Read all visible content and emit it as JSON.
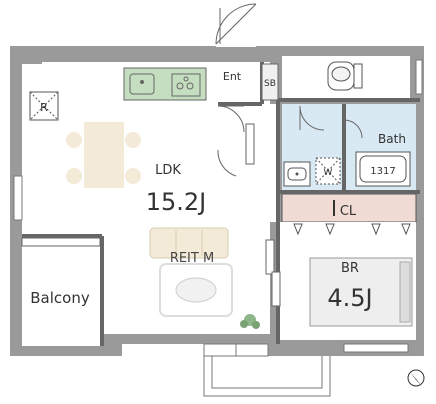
{
  "rooms": {
    "ldk": {
      "name": "LDK",
      "size": "15.2J"
    },
    "br": {
      "name": "BR",
      "size": "4.5J"
    },
    "balcony": {
      "name": "Balcony"
    },
    "entrance": {
      "name": "Ent"
    },
    "shoe_box": {
      "name": "SB"
    },
    "bath": {
      "name": "Bath",
      "tub_size": "1317"
    },
    "closet": {
      "name": "CL"
    },
    "washer": {
      "name": "W"
    },
    "pipe_space": {
      "name": "R"
    }
  },
  "watermark": "REIT M",
  "colors": {
    "wall": "#9a9a9a",
    "kitchen": "#c6dec0",
    "bath_area": "#d8e9f3",
    "closet": "#f0dcd4",
    "floor": "#ffffff",
    "text": "#333333"
  }
}
